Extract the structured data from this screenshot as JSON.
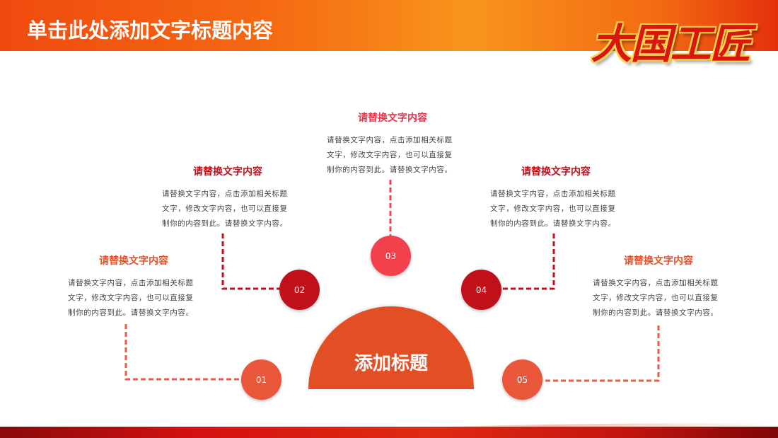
{
  "header": {
    "title": "单击此处添加文字标题内容",
    "logo_text": "大国工匠"
  },
  "center": {
    "label": "添加标题"
  },
  "items": [
    {
      "number": "01",
      "title": "请替换文字内容",
      "lines": [
        "请替换文字内容，点击添加相关标题",
        "文字，修改文字内容，也可以直接复",
        "制你的内容到此。请替换文字内容。"
      ]
    },
    {
      "number": "02",
      "title": "请替换文字内容",
      "lines": [
        "请替换文字内容，点击添加相关标题",
        "文字，修改文字内容，也可以直接复",
        "制你的内容到此。请替换文字内容。"
      ]
    },
    {
      "number": "03",
      "title": "请替换文字内容",
      "lines": [
        "请替换文字内容，点击添加相关标题",
        "文字，修改文字内容，也可以直接复",
        "制你的内容到此。请替换文字内容。"
      ]
    },
    {
      "number": "04",
      "title": "请替换文字内容",
      "lines": [
        "请替换文字内容，点击添加相关标题",
        "文字，修改文字内容，也可以直接复",
        "制你的内容到此。请替换文字内容。"
      ]
    },
    {
      "number": "05",
      "title": "请替换文字内容",
      "lines": [
        "请替换文字内容，点击添加相关标题",
        "文字，修改文字内容，也可以直接复",
        "制你的内容到此。请替换文字内容。"
      ]
    }
  ],
  "colors": {
    "dark_red": "#c0101a",
    "orange_red": "#e34f24",
    "coral": "#f4624a",
    "pink_red": "#f2404c"
  }
}
